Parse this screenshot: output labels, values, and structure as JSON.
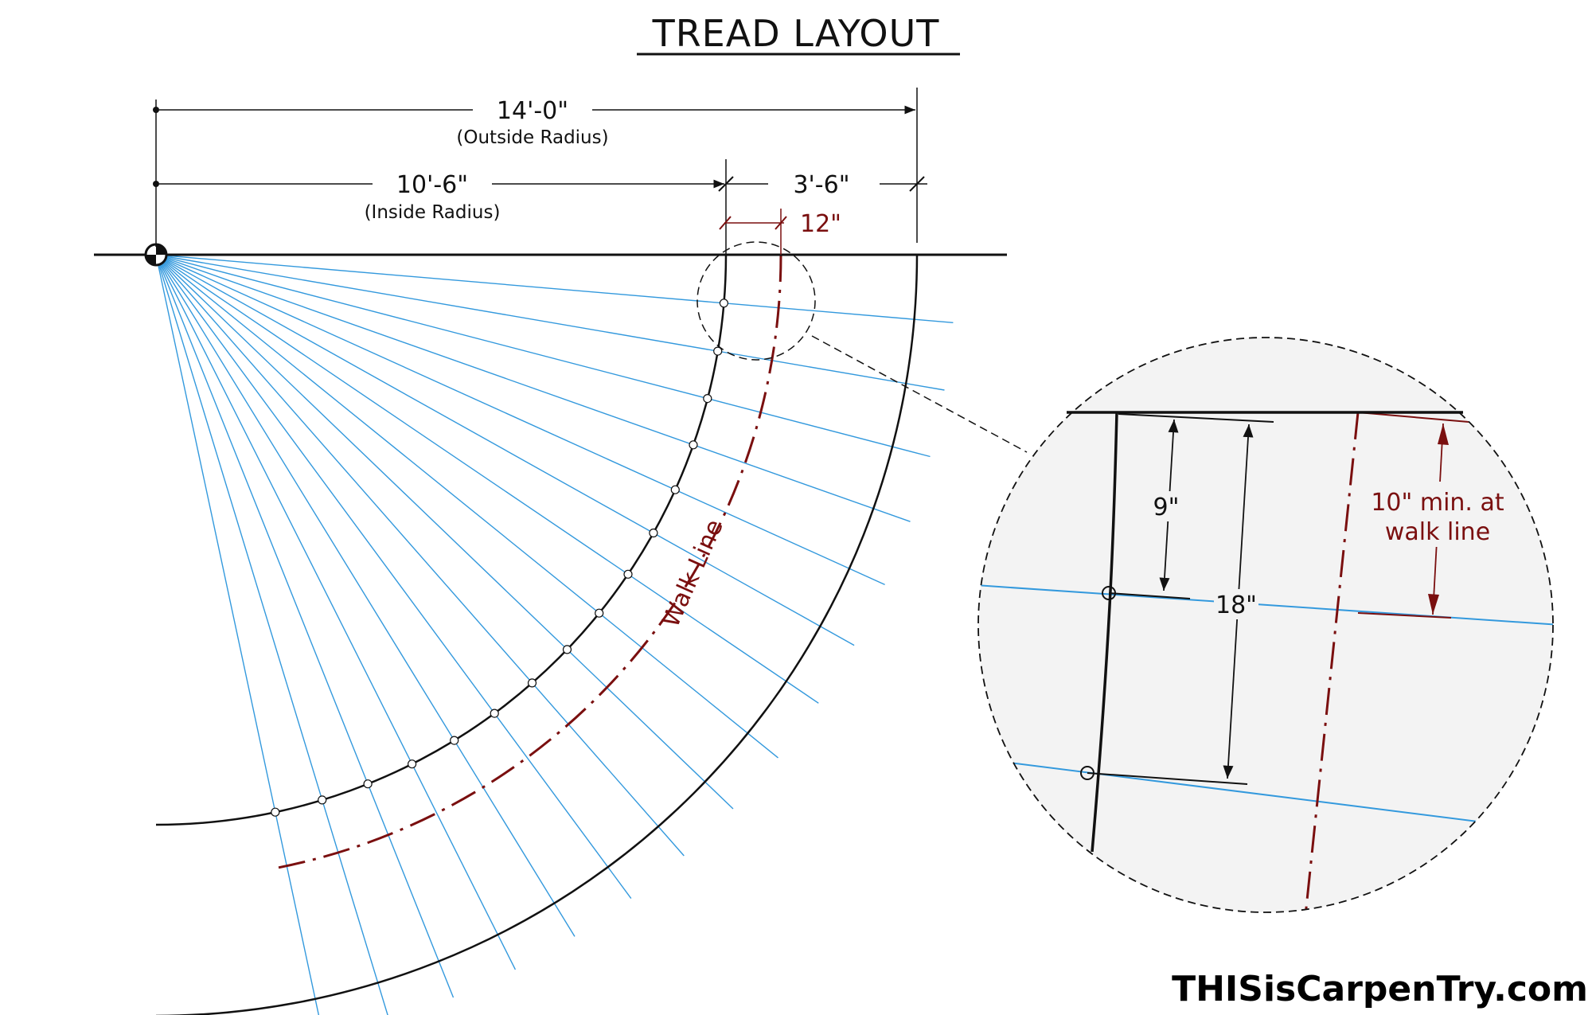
{
  "title": "TREAD LAYOUT",
  "dimensions": {
    "outside_radius": "14'-0\"",
    "outside_radius_note": "(Outside Radius)",
    "inside_radius": "10'-6\"",
    "inside_radius_note": "(Inside Radius)",
    "width": "3'-6\"",
    "walk_line_offset": "12\""
  },
  "walk_line_label": "Walk Line",
  "detail": {
    "run_at_inside": "9\"",
    "run_at_two": "18\"",
    "min_note_line1": "10\" min. at",
    "min_note_line2": "walk line"
  },
  "brand": "THISisCarpenTry.com",
  "colors": {
    "ink": "#111111",
    "tread_line": "#3399dd",
    "walk_line": "#7a0f0f",
    "detail_fill": "#f3f3f3"
  },
  "tread_count": 16
}
